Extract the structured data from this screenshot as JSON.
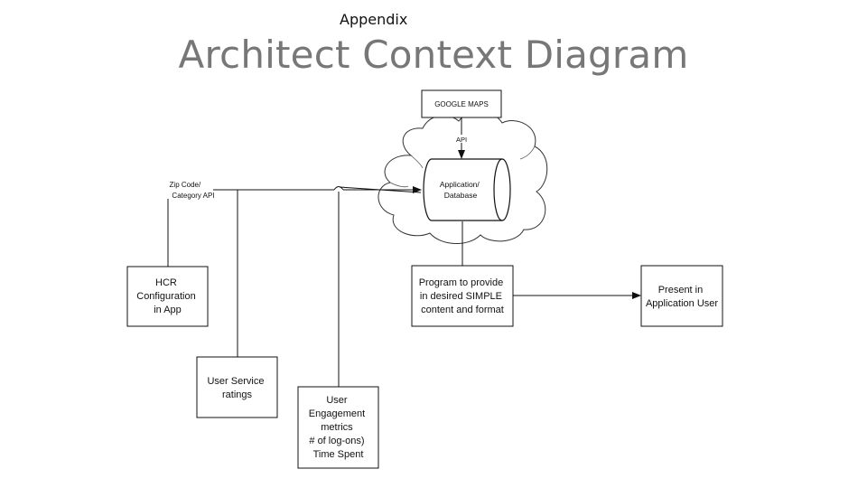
{
  "header": {
    "appendix": "Appendix",
    "title": "Architect Context Diagram"
  },
  "diagram": {
    "google_maps": "GOOGLE MAPS",
    "api_label": "API",
    "database": [
      "Application/",
      "Database"
    ],
    "zip_api": [
      "Zip Code/",
      "Category  API"
    ],
    "hcr_config": [
      "HCR",
      "Configuration",
      "in App"
    ],
    "program": [
      "Program to provide",
      "in desired SIMPLE",
      "content and format"
    ],
    "present": [
      "Present in",
      "Application User"
    ],
    "service_ratings": [
      "User Service",
      "ratings"
    ],
    "engagement": [
      "User",
      "Engagement",
      "metrics",
      "# of log-ons)",
      "Time Spent"
    ]
  },
  "colors": {
    "title": "#777777",
    "line": "#222222"
  }
}
